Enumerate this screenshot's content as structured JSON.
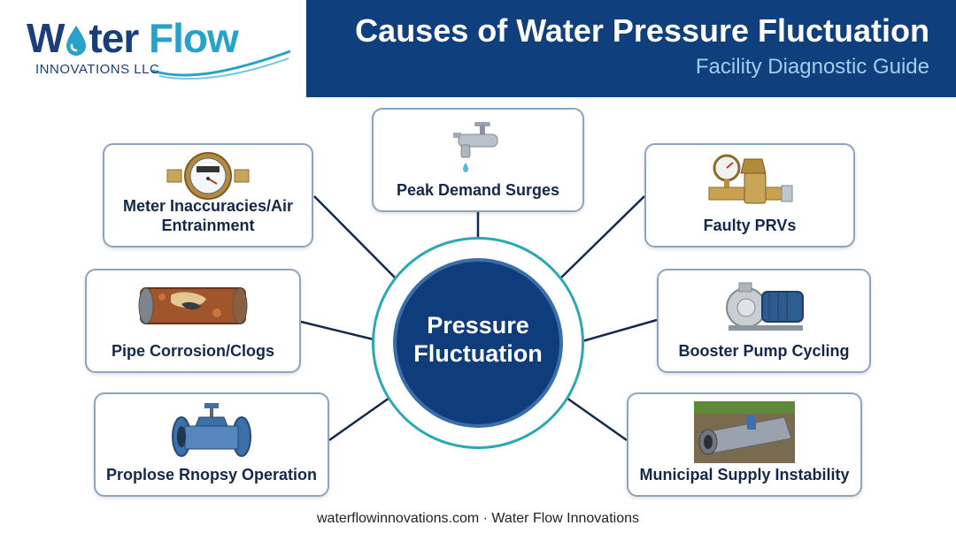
{
  "brand": {
    "name_part1": "W",
    "name_part2": "ter",
    "name_part3": "Flow",
    "tagline": "INNOVATIONS LLC",
    "color_dark": "#1a3e7a",
    "color_light": "#27a2c8"
  },
  "header": {
    "title": "Causes of Water Pressure Fluctuation",
    "subtitle": "Facility Diagnostic Guide",
    "band_color": "#103f7e"
  },
  "center": {
    "line1": "Pressure",
    "line2": "Fluctuation"
  },
  "causes": {
    "meter": {
      "label": "Meter Inaccuracies/Air Entrainment",
      "icon": "water-meter-icon"
    },
    "peak": {
      "label": "Peak Demand Surges",
      "icon": "faucet-icon"
    },
    "prv": {
      "label": "Faulty PRVs",
      "icon": "pressure-reducing-valve-icon"
    },
    "corrosion": {
      "label": "Pipe Corrosion/Clogs",
      "icon": "corroded-pipe-icon"
    },
    "booster": {
      "label": "Booster Pump Cycling",
      "icon": "booster-pump-icon"
    },
    "valve": {
      "label": "Proplose Rnopsy Operation",
      "icon": "gate-valve-icon"
    },
    "municipal": {
      "label": "Municipal Supply Instability",
      "icon": "water-main-icon"
    }
  },
  "footer": {
    "text": "waterflowinnovations.com · Water Flow Innovations"
  }
}
